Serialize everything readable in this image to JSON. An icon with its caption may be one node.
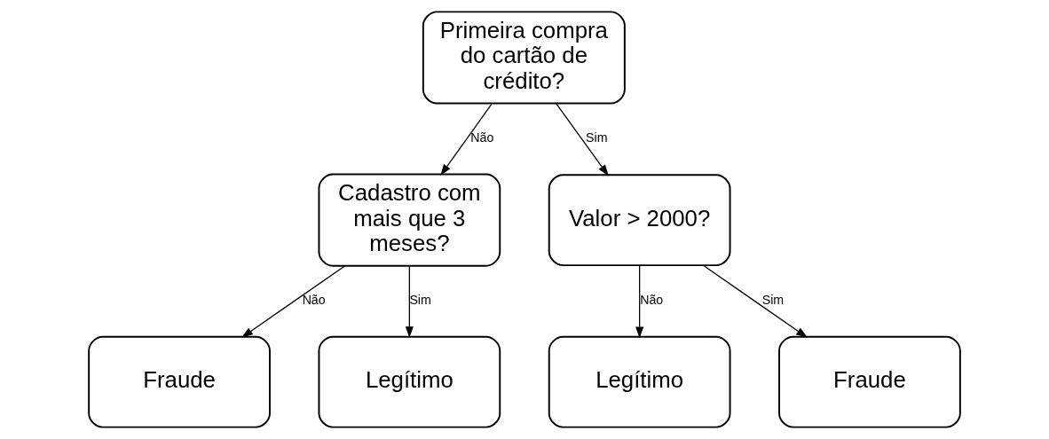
{
  "diagram": {
    "nodes": [
      {
        "text": [
          "Primeira compra do cartão de crédito?"
        ]
      },
      {
        "text": [
          "Cadastro com mais que 3 meses?"
        ]
      },
      {
        "text": [
          "Valor > 2000?"
        ]
      },
      {
        "text": [
          "Fraude"
        ]
      },
      {
        "text": [
          "Legítimo"
        ]
      },
      {
        "text": [
          "Legítimo"
        ]
      },
      {
        "text": [
          "Fraude"
        ]
      }
    ],
    "edges": [
      {
        "from": 0,
        "to": 1,
        "arrow": "to",
        "label": "Não"
      },
      {
        "from": 0,
        "to": 2,
        "arrow": "to",
        "label": "Sim"
      },
      {
        "from": 1,
        "to": 3,
        "arrow": "to",
        "label": "Não"
      },
      {
        "from": 1,
        "to": 4,
        "arrow": "to",
        "label": "Sim"
      },
      {
        "from": 2,
        "to": 5,
        "arrow": "to",
        "label": "Não"
      },
      {
        "from": 2,
        "to": 6,
        "arrow": "to",
        "label": "Sim"
      }
    ]
  }
}
